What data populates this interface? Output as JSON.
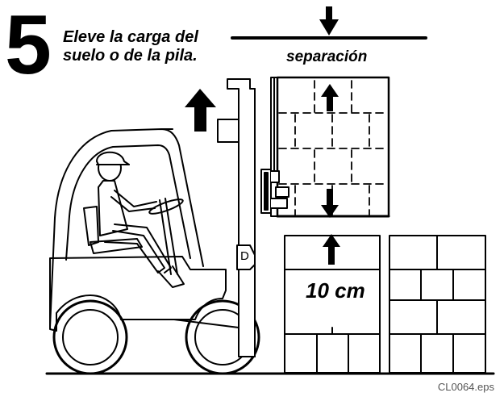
{
  "step": {
    "number": "5",
    "instruction_line1": "Eleve la carga del",
    "instruction_line2": "suelo o de la pila."
  },
  "labels": {
    "separation": "separación",
    "distance": "10 cm",
    "file_id": "CL0064.eps",
    "mast_marker": "D"
  },
  "icons": [
    "up-arrow-icon",
    "down-arrow-icon"
  ],
  "colors": {
    "ink": "#000000",
    "background": "#ffffff",
    "file_label": "#555555"
  }
}
